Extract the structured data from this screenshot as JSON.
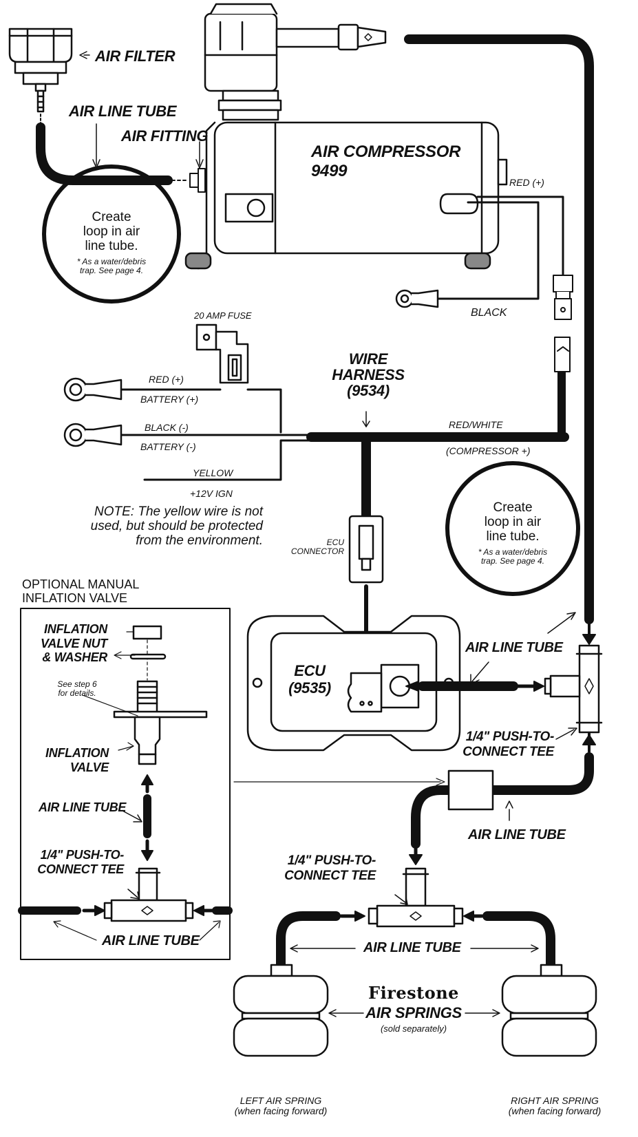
{
  "labels": {
    "air_filter": "AIR FILTER",
    "air_line_tube": "AIR LINE TUBE",
    "air_fitting": "AIR FITTING",
    "air_compressor": "AIR COMPRESSOR",
    "compressor_part": "9499",
    "loop_text": "Create\nloop in air\nline tube.",
    "loop_note": "* As a water/debris\ntrap. See page 4.",
    "red_plus": "RED (+)",
    "black": "BLACK",
    "fuse": "20 AMP FUSE",
    "wire_harness": "WIRE\nHARNESS\n(9534)",
    "red_plus_2": "RED (+)",
    "battery_plus": "BATTERY (+)",
    "black_minus": "BLACK (-)",
    "battery_minus": "BATTERY (-)",
    "yellow": "YELLOW",
    "ign": "+12V IGN",
    "red_white": "RED/WHITE",
    "compressor_plus": "(COMPRESSOR +)",
    "note": "NOTE: The yellow wire is not\nused, but should be protected\nfrom the environment.",
    "ecu_connector": "ECU\nCONNECTOR",
    "optional_valve": "OPTIONAL MANUAL\nINFLATION VALVE",
    "valve_nut": "INFLATION\nVALVE NUT\n& WASHER",
    "see_step": "See step 6\nfor details.",
    "inflation_valve": "INFLATION\nVALVE",
    "push_tee": "1/4\" PUSH-TO-\nCONNECT TEE",
    "push_tee_right": "1/4\" PUSH-TO-\nCONNECT TEE",
    "ecu": "ECU\n(9535)",
    "firestone": "Firestone",
    "air_springs": "AIR SPRINGS",
    "sold_separately": "(sold separately)",
    "left_spring": "LEFT AIR SPRING\n(when facing forward)",
    "right_spring": "RIGHT AIR SPRING\n(when facing forward)"
  },
  "colors": {
    "line": "#111111",
    "gray": "#777777"
  }
}
